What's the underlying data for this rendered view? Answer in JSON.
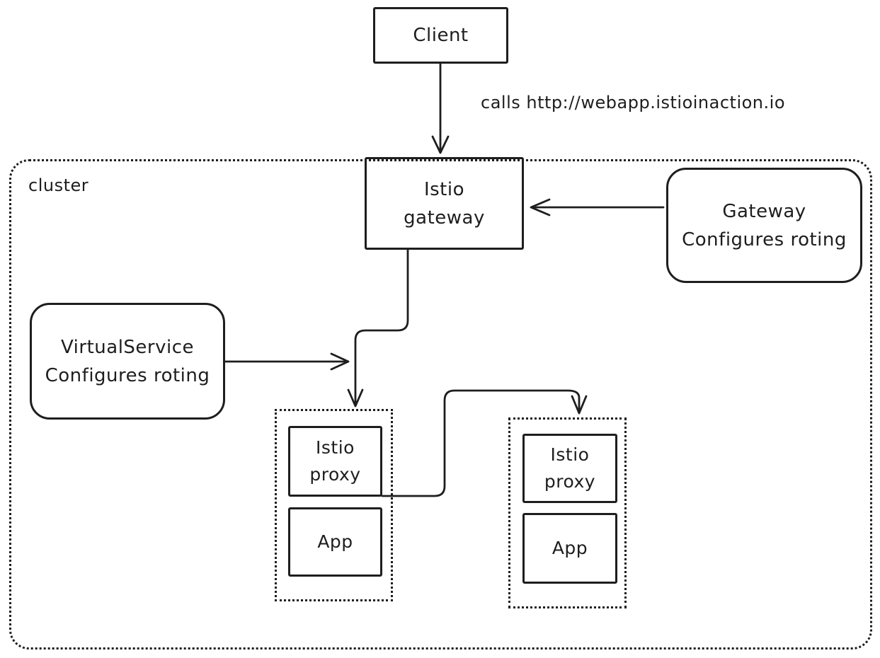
{
  "diagram": {
    "background": "#ffffff",
    "stroke_color": "#1e1e1e",
    "nodes": {
      "client": {
        "label": "Client"
      },
      "istio_gateway": {
        "lines": [
          "Istio",
          "gateway"
        ]
      },
      "gateway_config": {
        "lines": [
          "Gateway",
          "Configures roting"
        ]
      },
      "virtual_service": {
        "lines": [
          "VirtualService",
          "Configures roting"
        ]
      },
      "cluster": {
        "label": "cluster"
      },
      "pod1": {
        "proxy_lines": [
          "Istio",
          "proxy"
        ],
        "app_label": "App"
      },
      "pod2": {
        "proxy_lines": [
          "Istio",
          "proxy"
        ],
        "app_label": "App"
      }
    },
    "edge_labels": {
      "client_call": "calls http://webapp.istioinaction.io"
    }
  }
}
